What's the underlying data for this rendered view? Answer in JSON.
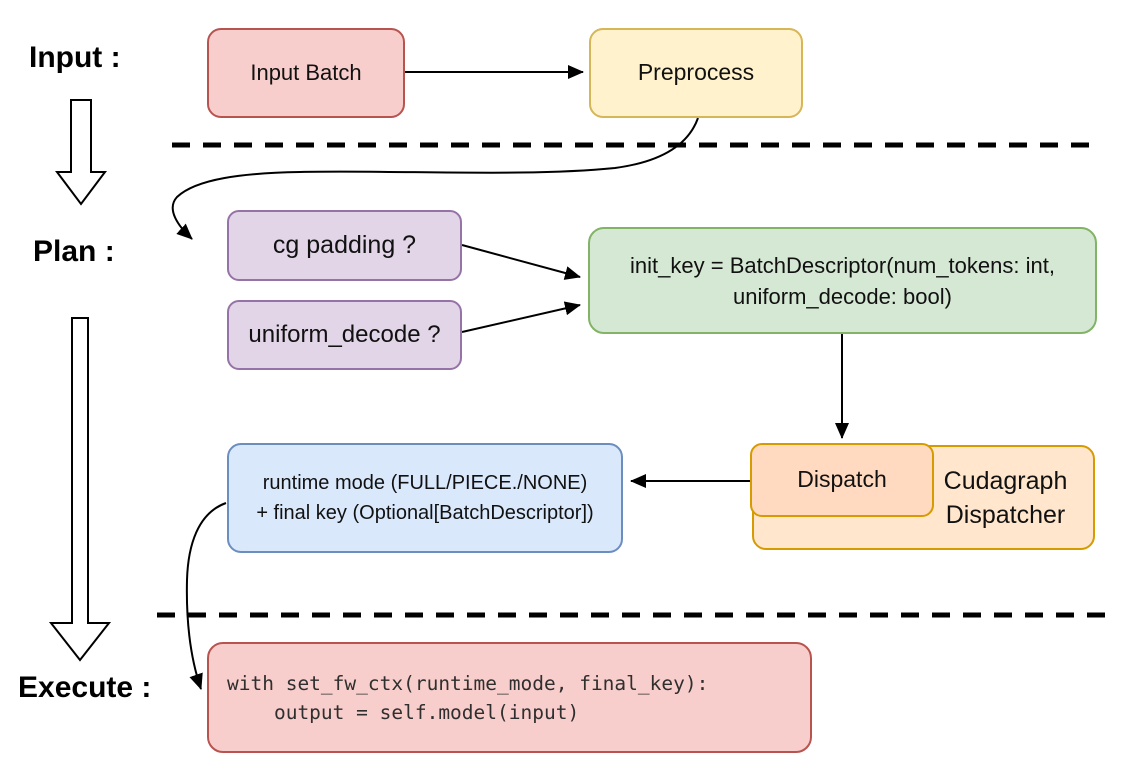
{
  "diagram": {
    "title_semantic": "cudagraph dispatch flow diagram",
    "stage_labels": {
      "input": "Input :",
      "plan": "Plan :",
      "execute": "Execute :"
    },
    "nodes": {
      "input_batch": {
        "label": "Input Batch",
        "fill": "#f8cecc",
        "stroke": "#b85450"
      },
      "preprocess": {
        "label": "Preprocess",
        "fill": "#fff2cc",
        "stroke": "#d6b656"
      },
      "cg_padding": {
        "label": "cg padding ?",
        "fill": "#e1d5e7",
        "stroke": "#9673a6"
      },
      "uniform_decode": {
        "label": "uniform_decode ?",
        "fill": "#e1d5e7",
        "stroke": "#9673a6"
      },
      "init_key": {
        "line1": "init_key = BatchDescriptor(num_tokens: int,",
        "line2": "uniform_decode: bool)",
        "fill": "#d5e8d4",
        "stroke": "#82b366"
      },
      "runtime_mode_final_key": {
        "line1": "runtime mode (FULL/PIECE./NONE)",
        "line2": "+ final key (Optional[BatchDescriptor])",
        "fill": "#dae8fc",
        "stroke": "#6c8ebf"
      },
      "dispatch": {
        "label": "Dispatch",
        "fill": "#ffd9c0",
        "stroke": "#d79b00"
      },
      "cudagraph_dispatcher": {
        "line1": "Cudagraph",
        "line2": "Dispatcher",
        "fill": "#ffe6cc",
        "stroke": "#d79b00"
      },
      "execute_code": {
        "line1": "with set_fw_ctx(runtime_mode, final_key):",
        "line2": "    output = self.model(input)",
        "fill": "#f8cecc",
        "stroke": "#b85450"
      }
    },
    "connectors": {
      "color": "#000000",
      "separator_style": "dashed"
    },
    "background": "#ffffff"
  }
}
